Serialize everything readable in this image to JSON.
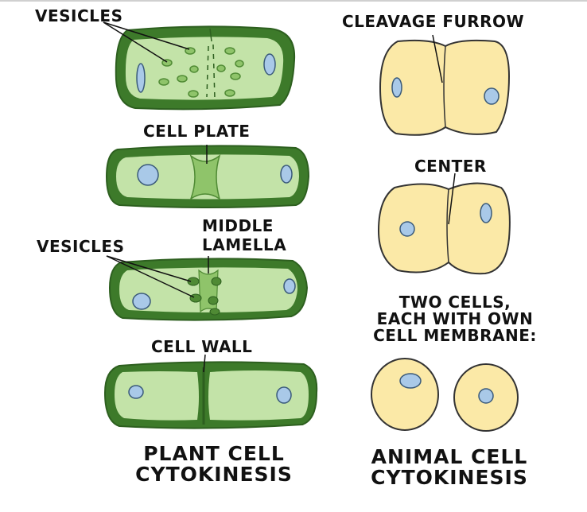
{
  "plant": {
    "label_vesicles_top": "VESICLES",
    "label_cell_plate": "CELL PLATE",
    "label_middle": "MIDDLE",
    "label_lamella": "LAMELLA",
    "label_vesicles_mid": "VESICLES",
    "label_cell_wall": "CELL WALL",
    "title_line1": "PLANT CELL",
    "title_line2": "CYTOKINESIS"
  },
  "animal": {
    "label_cleavage": "CLEAVAGE FURROW",
    "label_center": "CENTER",
    "label_two_1": "TWO CELLS,",
    "label_two_2": "EACH  WITH OWN",
    "label_two_3": "CELL MEMBRANE:",
    "title_line1": "ANIMAL CELL",
    "title_line2": "CYTOKINESIS"
  },
  "colors": {
    "plant_wall": "#3d7a2a",
    "plant_wall_light": "#5a9a3a",
    "plant_cytoplasm": "#c3e3a8",
    "plant_vesicle": "#8fc46a",
    "plant_vesicle_dark": "#4f8a34",
    "nucleus": "#a9c9e8",
    "animal_cell": "#fbe9a7",
    "animal_outline": "#333333",
    "text": "#111111"
  }
}
